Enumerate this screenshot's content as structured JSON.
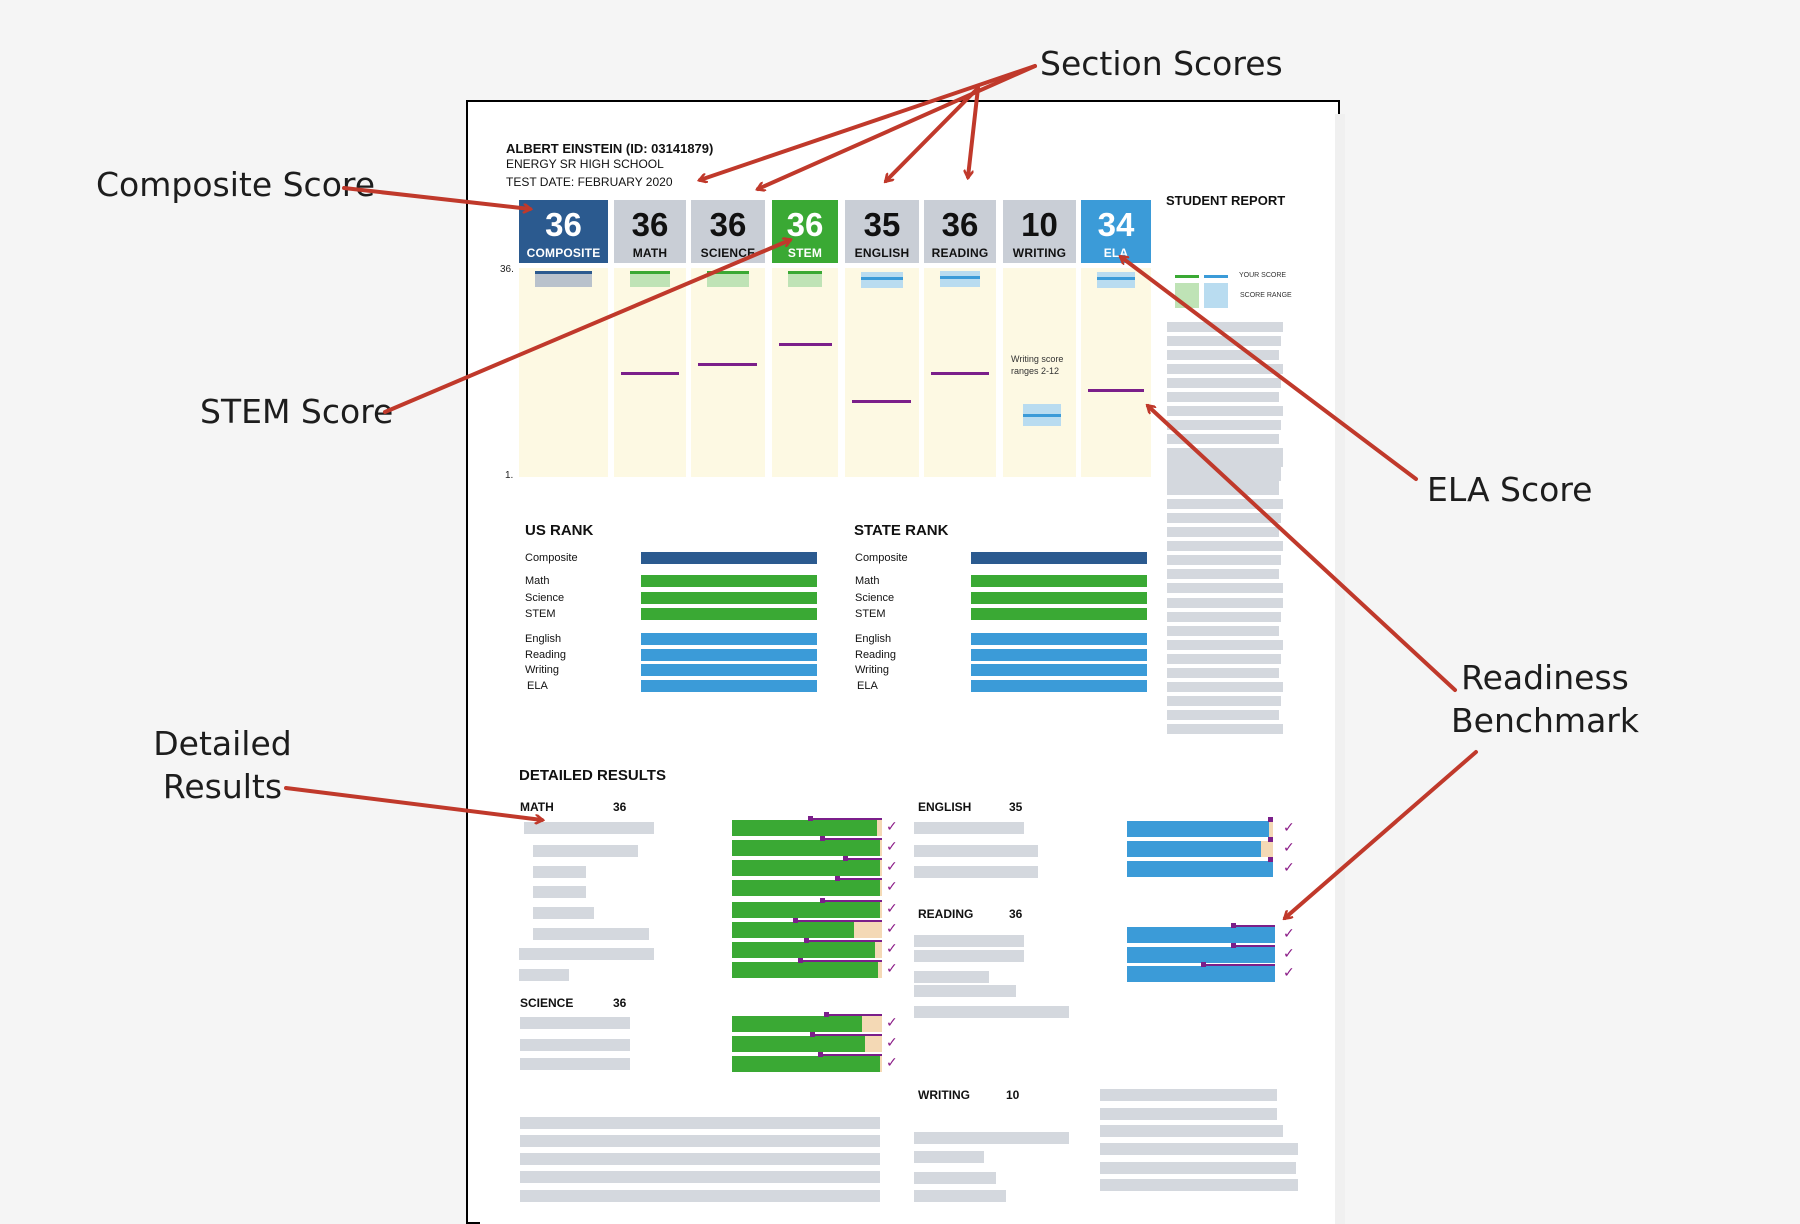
{
  "annotations": {
    "section_scores": "Section Scores",
    "composite_score": "Composite Score",
    "stem_score": "STEM Score",
    "ela_score": "ELA Score",
    "readiness_benchmark": [
      "Readiness",
      "Benchmark"
    ],
    "detailed_results": [
      "Detailed",
      "Results"
    ]
  },
  "report": {
    "student_line": "ALBERT EINSTEIN (ID: 03141879)",
    "school": "ENERGY SR HIGH SCHOOL",
    "test_date": "TEST DATE: FEBRUARY 2020",
    "title": "STUDENT REPORT",
    "legend_your_score": "YOUR SCORE",
    "legend_score_range": "SCORE RANGE",
    "axis_top": "36.",
    "axis_bottom": "1.",
    "writing_note": "Writing score ranges 2-12"
  },
  "scores": [
    {
      "label": "COMPOSITE",
      "value": "36",
      "color": "#2b5a8f"
    },
    {
      "label": "MATH",
      "value": "36",
      "color": "#c9ced6"
    },
    {
      "label": "SCIENCE",
      "value": "36",
      "color": "#c9ced6"
    },
    {
      "label": "STEM",
      "value": "36",
      "color": "#3aa934"
    },
    {
      "label": "ENGLISH",
      "value": "35",
      "color": "#c9ced6"
    },
    {
      "label": "READING",
      "value": "36",
      "color": "#c9ced6"
    },
    {
      "label": "WRITING",
      "value": "10",
      "color": "#c9ced6"
    },
    {
      "label": "ELA",
      "value": "34",
      "color": "#3b9bd8"
    }
  ],
  "us_rank": {
    "title": "US RANK",
    "labels": [
      "Composite",
      "Math",
      "Science",
      "STEM",
      "English",
      "Reading",
      "Writing",
      "ELA"
    ]
  },
  "state_rank": {
    "title": "STATE RANK",
    "labels": [
      "Composite",
      "Math",
      "Science",
      "STEM",
      "English",
      "Reading",
      "Writing",
      "ELA"
    ]
  },
  "detailed": {
    "title": "DETAILED RESULTS",
    "math": {
      "label": "MATH",
      "score": "36"
    },
    "science": {
      "label": "SCIENCE",
      "score": "36"
    },
    "english": {
      "label": "ENGLISH",
      "score": "35"
    },
    "reading": {
      "label": "READING",
      "score": "36"
    },
    "writing": {
      "label": "WRITING",
      "score": "10"
    }
  },
  "colors": {
    "arrow": "#c0392b",
    "composite": "#2b5a8f",
    "green": "#3aa934",
    "blue": "#3b9bd8",
    "benchmark": "#7b1f8a",
    "column_bg": "#fdf9e3"
  }
}
